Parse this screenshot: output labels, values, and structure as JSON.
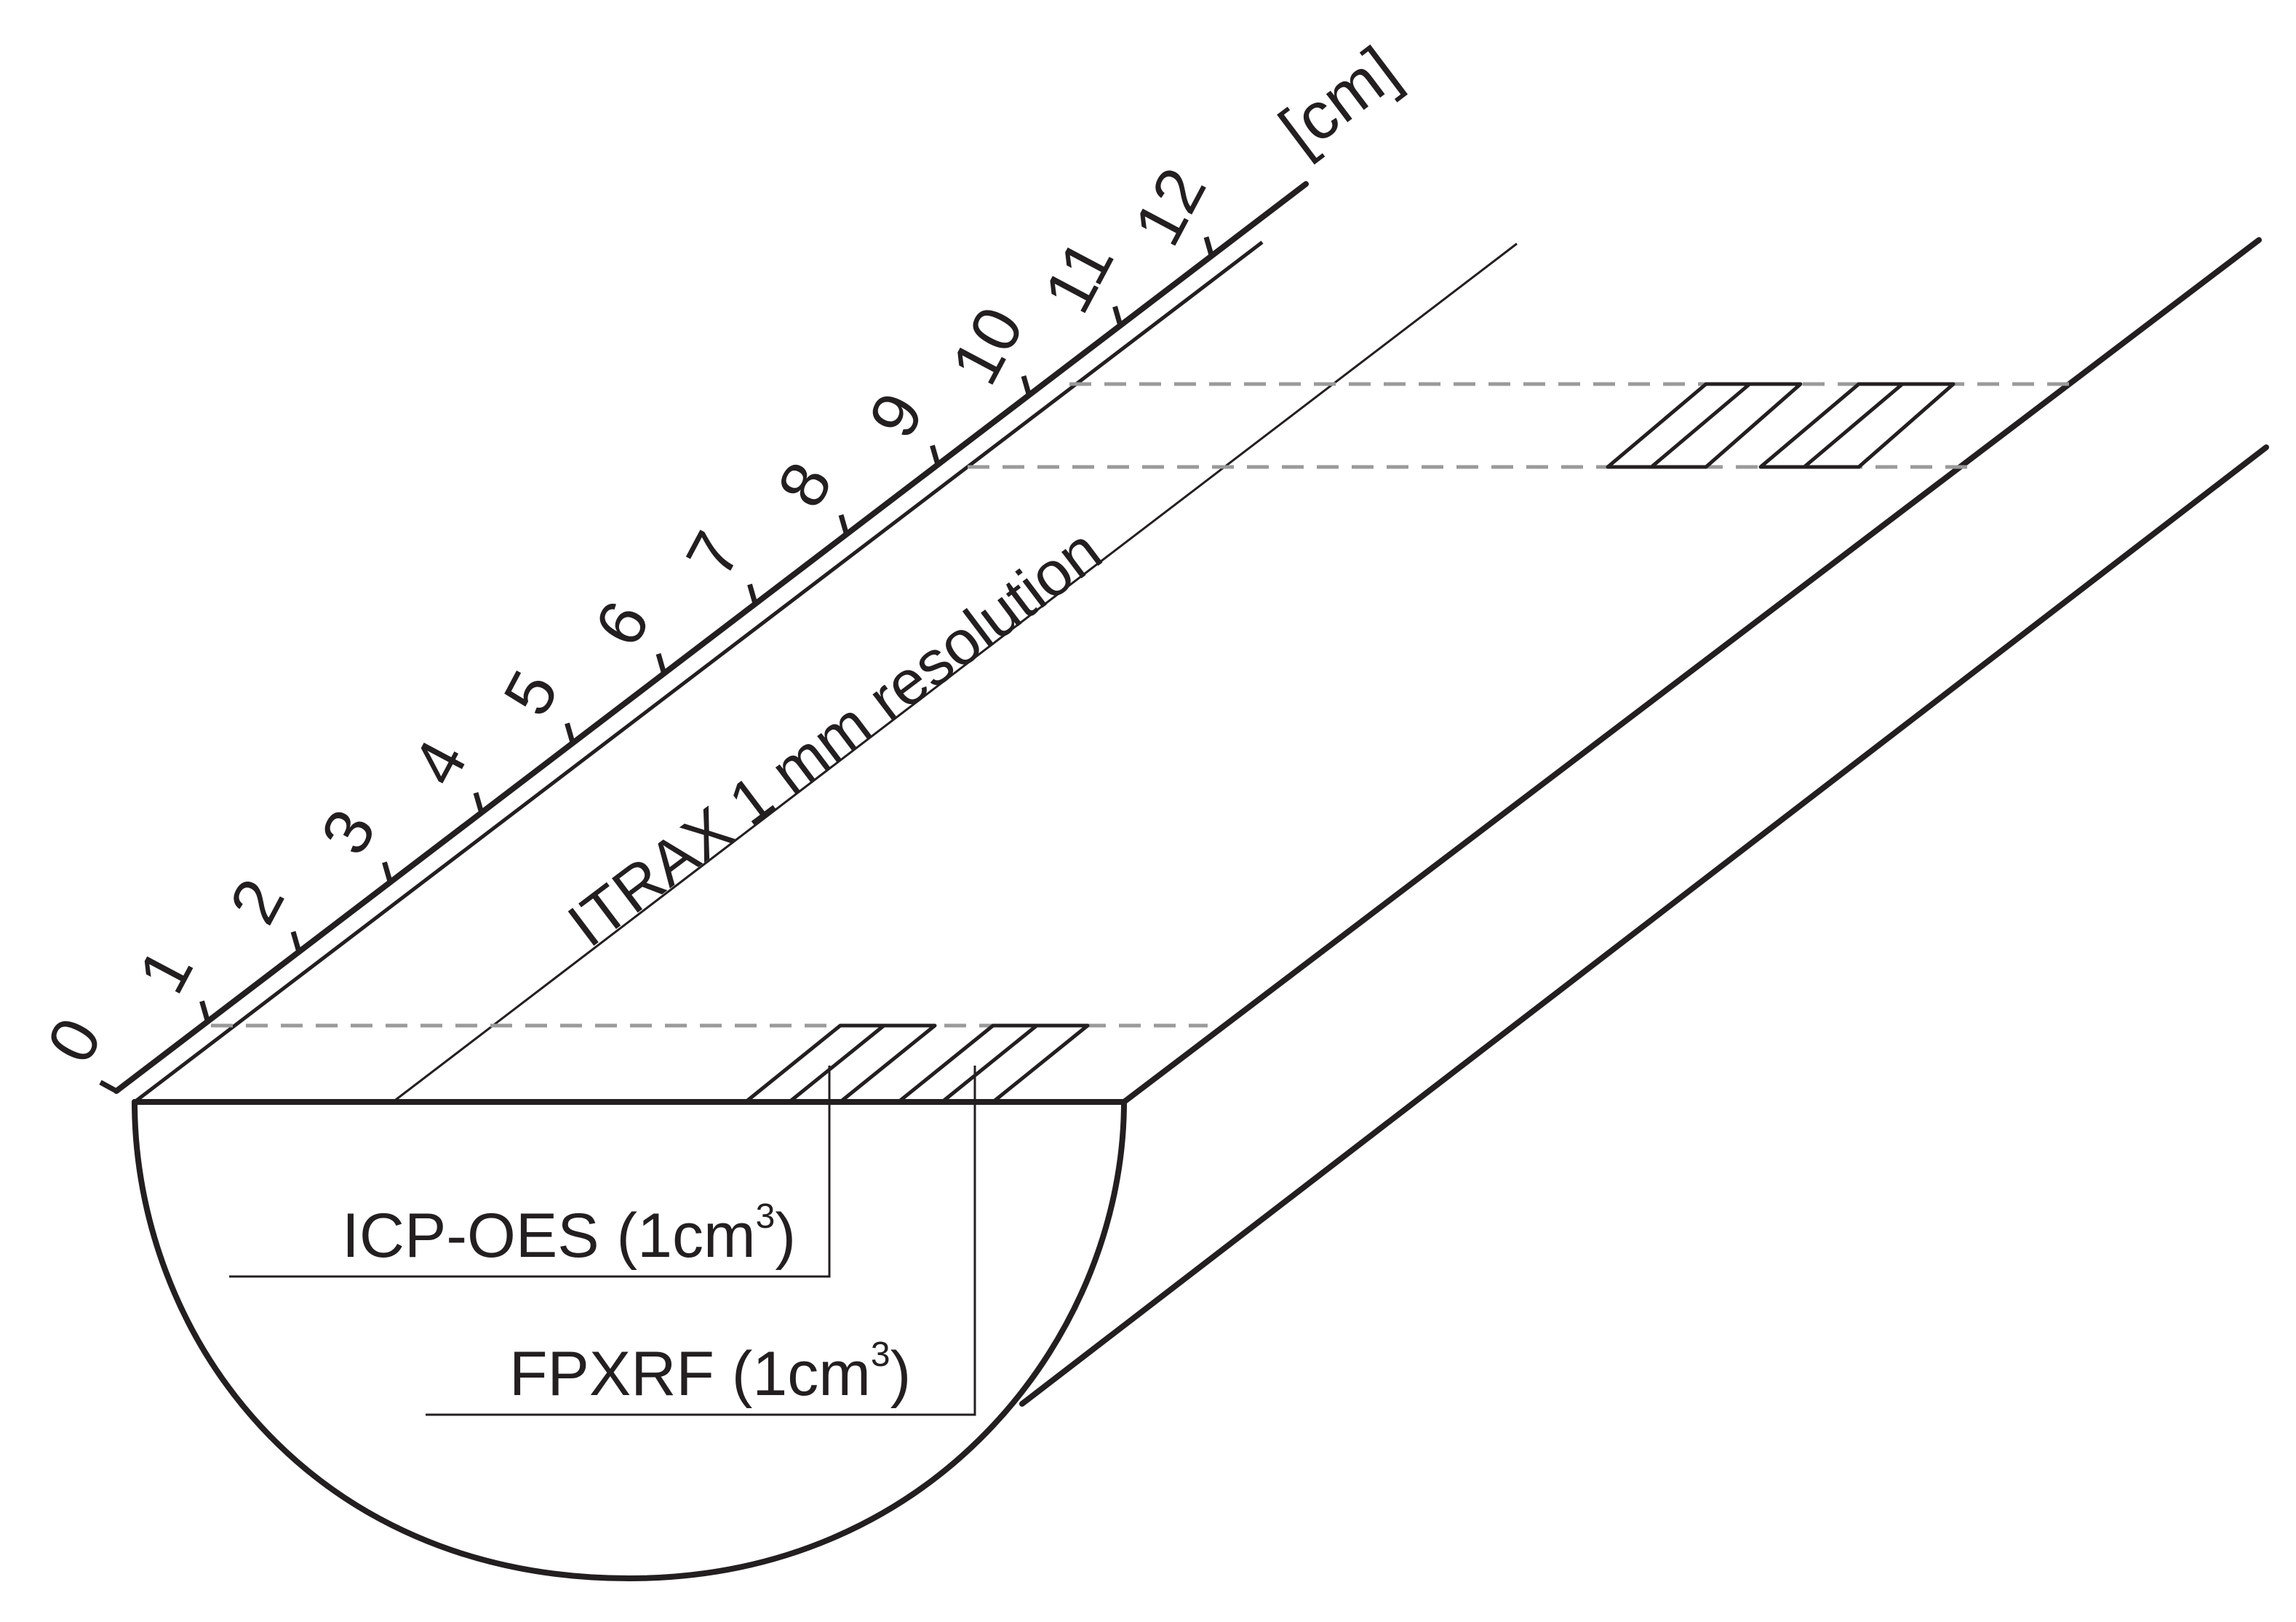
{
  "scale": {
    "unit_label": "[cm]",
    "tick_labels": [
      "0",
      "1",
      "2",
      "3",
      "4",
      "5",
      "6",
      "7",
      "8",
      "9",
      "10",
      "11",
      "12"
    ]
  },
  "labels": {
    "itrax": "ITRAX 1 mm resolution",
    "icp_main": "ICP-OES (1cm",
    "icp_sup": "3",
    "icp_close": ")",
    "fpxrf_main": "FPXRF (1cm",
    "fpxrf_sup": "3",
    "fpxrf_close": ")"
  }
}
